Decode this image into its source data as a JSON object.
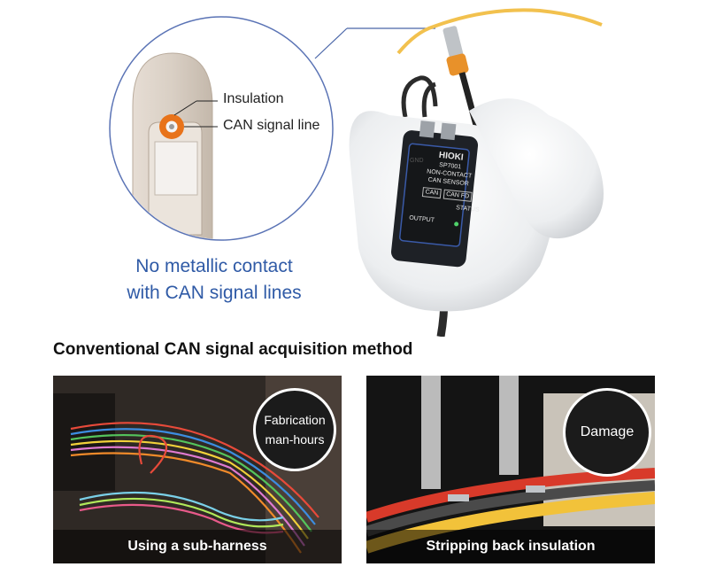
{
  "diagram": {
    "labels": {
      "insulation": "Insulation",
      "can_signal_line": "CAN signal line"
    },
    "caption_line1": "No metallic contact",
    "caption_line2": "with CAN signal lines"
  },
  "device": {
    "brand": "HIOKI",
    "model": "SP7001",
    "subtitle1": "NON-CONTACT",
    "subtitle2": "CAN SENSOR",
    "btn_can": "CAN",
    "btn_canfd": "CAN FD",
    "status": "STATUS",
    "output": "OUTPUT",
    "gnd": "GND"
  },
  "section": {
    "title": "Conventional CAN signal acquisition method"
  },
  "photos": [
    {
      "badge": "Fabrication man-hours",
      "caption": "Using a sub-harness"
    },
    {
      "badge": "Damage",
      "caption": "Stripping back insulation"
    }
  ],
  "colors": {
    "caption_blue": "#2f5aa6",
    "wire_orange": "#e8731a"
  }
}
